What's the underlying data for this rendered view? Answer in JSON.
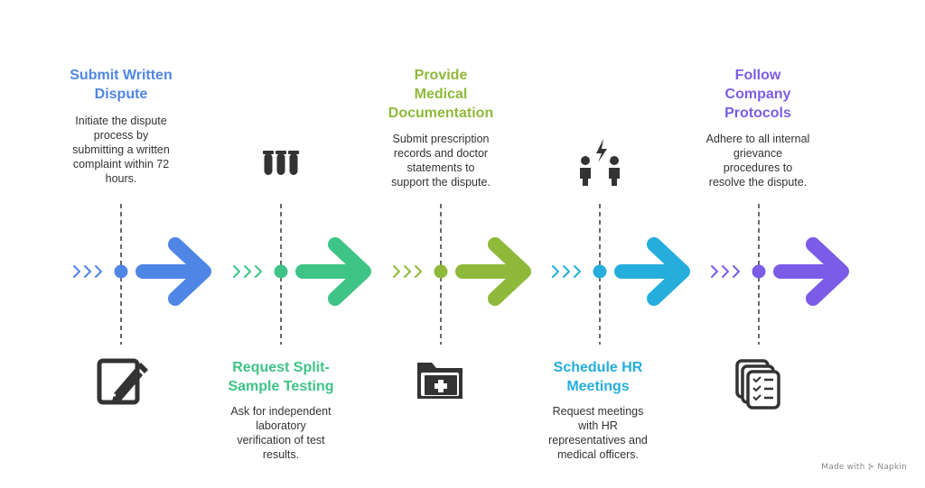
{
  "colors": {
    "blue": "#4f86e6",
    "green": "#3ec486",
    "olive": "#8fb93a",
    "cyan": "#25aedb",
    "purple": "#7b5ce6",
    "dark": "#333333",
    "dash": "#444444"
  },
  "steps": [
    {
      "title": "Submit Written Dispute",
      "title_lines": [
        "Submit Written",
        "Dispute"
      ],
      "desc_lines": [
        "Initiate the dispute",
        "process by",
        "submitting a written",
        "complaint within 72",
        "hours."
      ],
      "icon": "edit-document-icon",
      "color": "blue"
    },
    {
      "title": "Request Split-Sample Testing",
      "title_lines": [
        "Request Split-",
        "Sample Testing"
      ],
      "desc_lines": [
        "Ask for independent",
        "laboratory",
        "verification of test",
        "results."
      ],
      "icon": "test-tubes-icon",
      "color": "green"
    },
    {
      "title": "Provide Medical Documentation",
      "title_lines": [
        "Provide",
        "Medical",
        "Documentation"
      ],
      "desc_lines": [
        "Submit prescription",
        "records and doctor",
        "statements to",
        "support the dispute."
      ],
      "icon": "medical-folder-icon",
      "color": "olive"
    },
    {
      "title": "Schedule HR Meetings",
      "title_lines": [
        "Schedule HR",
        "Meetings"
      ],
      "desc_lines": [
        "Request meetings",
        "with HR",
        "representatives and",
        "medical officers."
      ],
      "icon": "people-conflict-icon",
      "color": "cyan"
    },
    {
      "title": "Follow Company Protocols",
      "title_lines": [
        "Follow",
        "Company",
        "Protocols"
      ],
      "desc_lines": [
        "Adhere to all internal",
        "grievance",
        "procedures to",
        "resolve the dispute."
      ],
      "icon": "checklist-stack-icon",
      "color": "purple"
    }
  ],
  "watermark": "Made with ⊱ Napkin"
}
